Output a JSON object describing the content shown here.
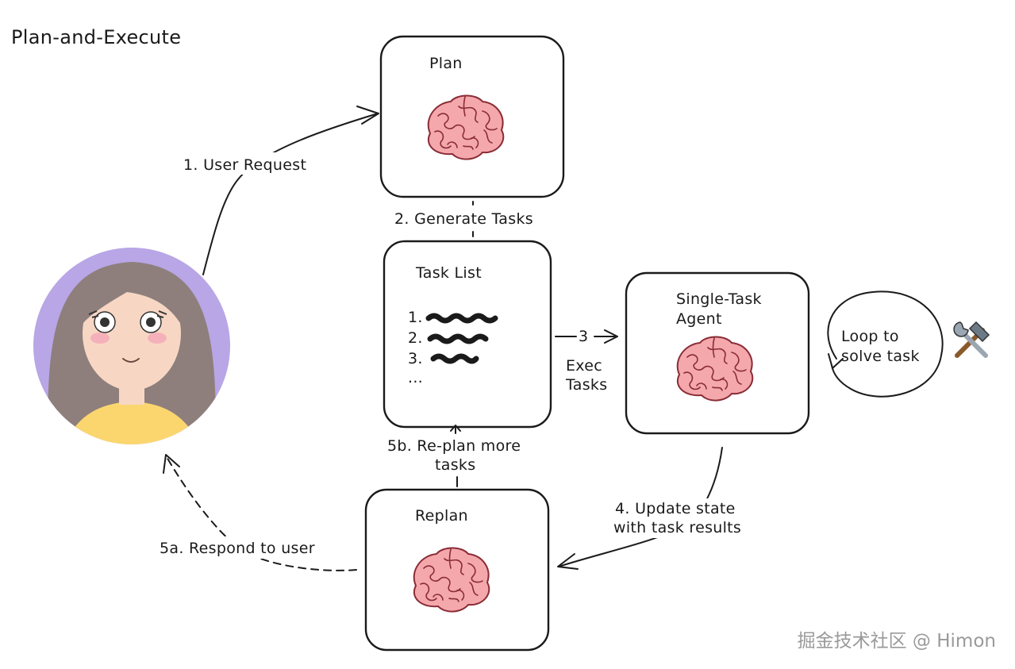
{
  "title": "Plan-and-Execute",
  "nodes": {
    "plan": "Plan",
    "task_list": "Task List",
    "single_task_agent": [
      "Single-Task",
      "Agent"
    ],
    "replan": "Replan"
  },
  "task_list_items": [
    "1.",
    "2.",
    "3.",
    "..."
  ],
  "edges": {
    "user_request": "1. User Request",
    "generate_tasks": "2. Generate Tasks",
    "exec_step": "3",
    "exec_tasks": [
      "Exec",
      "Tasks"
    ],
    "loop": [
      "Loop to",
      "solve task"
    ],
    "update_state": [
      "4. Update state",
      "with task results"
    ],
    "replan_more": [
      "5b. Re-plan more",
      "tasks"
    ],
    "respond": "5a. Respond to user"
  },
  "icons": {
    "tools": "hammer-and-wrench-icon",
    "brain": "brain-icon",
    "user": "user-avatar"
  },
  "colors": {
    "brain": "#f4a8ac",
    "avatar_bg": "#b8a6e6",
    "hair": "#8e7f7c",
    "skin": "#f7d7c4",
    "shirt": "#fbd66f"
  },
  "watermark": "掘金技术社区 @ Himon"
}
